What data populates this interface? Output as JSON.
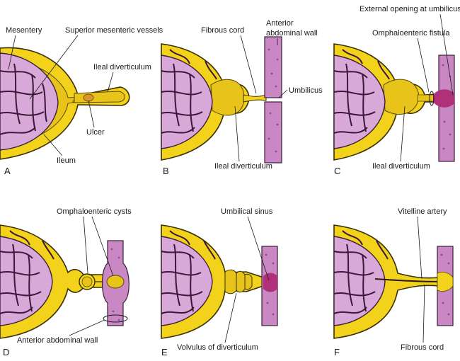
{
  "panels": [
    {
      "letter": "A",
      "labels": [
        "Mesentery",
        "Superior mesenteric vessels",
        "Ileal diverticulum",
        "Ulcer",
        "Ileum"
      ]
    },
    {
      "letter": "B",
      "labels": [
        "Fibrous cord",
        "Anterior",
        "abdominal wall",
        "Umbilicus",
        "Ileal diverticulum"
      ]
    },
    {
      "letter": "C",
      "labels": [
        "External opening at umbilicus",
        "Omphaloenteric fistula",
        "Ileal diverticulum"
      ]
    },
    {
      "letter": "D",
      "labels": [
        "Omphaloenteric cysts",
        "Anterior abdominal wall"
      ]
    },
    {
      "letter": "E",
      "labels": [
        "Umbilical sinus",
        "Volvulus of diverticulum"
      ]
    },
    {
      "letter": "F",
      "labels": [
        "Vitelline artery",
        "Fibrous cord"
      ]
    }
  ],
  "colors": {
    "bowel": "#f2d21b",
    "mesentery": "#d8a8d8",
    "abdominal_wall": "#c987c4",
    "vessels": "#3a1838"
  }
}
